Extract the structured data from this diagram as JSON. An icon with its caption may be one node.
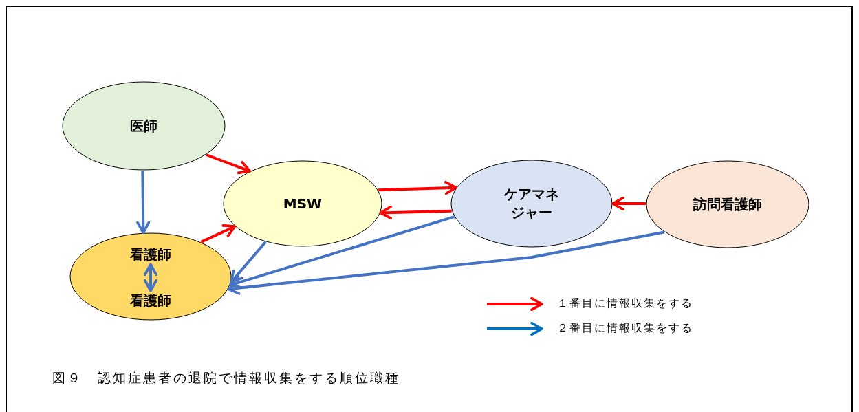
{
  "diagram": {
    "caption": "図９　認知症患者の退院で情報収集をする順位職種",
    "nodes": [
      {
        "text": [
          "医師"
        ]
      },
      {
        "text": [
          "MSW"
        ]
      },
      {
        "text": [
          "ケアマネジャー"
        ]
      },
      {
        "text": [
          "訪問看護師"
        ]
      },
      {
        "text": [],
        "shape": "circle"
      },
      {
        "text": [
          "看護師"
        ],
        "in": 4
      },
      {
        "text": [
          "看護師"
        ],
        "in": 4
      }
    ],
    "edges": [
      {
        "from": 0,
        "to": 1,
        "arrow": "to",
        "color": "#ff0000"
      },
      {
        "from": 0,
        "to": 4,
        "arrow": "to",
        "color": "#4472c4"
      },
      {
        "from": 4,
        "to": 1,
        "arrow": "to",
        "color": "#ff0000"
      },
      {
        "from": 1,
        "to": 2,
        "arrow": "to",
        "color": "#ff0000"
      },
      {
        "from": 2,
        "to": 1,
        "arrow": "to",
        "color": "#ff0000"
      },
      {
        "from": 3,
        "to": 2,
        "arrow": "to",
        "color": "#ff0000"
      },
      {
        "from": 1,
        "to": 4,
        "arrow": "to",
        "color": "#4472c4"
      },
      {
        "from": 2,
        "to": 4,
        "arrow": "to",
        "color": "#4472c4"
      },
      {
        "from": 3,
        "to": 4,
        "arrow": "to",
        "color": "#4472c4"
      },
      {
        "from": 5,
        "to": 6,
        "arrow": "both",
        "color": "#4472c4"
      }
    ],
    "legend": [
      {
        "text": "１番目に情報収集をする"
      },
      {
        "text": "２番目に情報収集をする"
      }
    ]
  }
}
